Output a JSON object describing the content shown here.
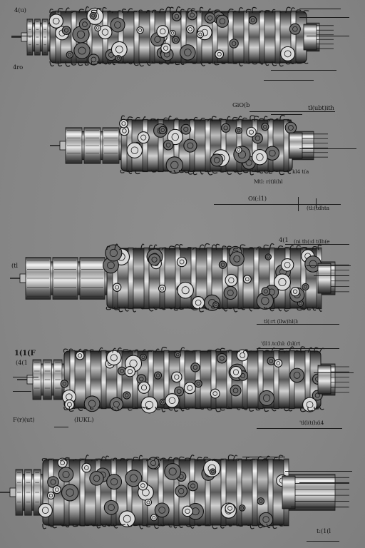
{
  "sheet": {
    "background": "#878787",
    "metal_colors": [
      "#f2f2f2",
      "#c8c8c8",
      "#8e8e8e",
      "#4a4a4a",
      "#1c1c1c"
    ]
  },
  "figures": [
    {
      "name": "figure-1",
      "labels": [
        "4(u)",
        "4ro"
      ]
    },
    {
      "name": "figure-2",
      "labels": [
        "GiO(b",
        "tl(ubt)ith",
        "kl4 t(a",
        "Mtl: r(t)l(hl",
        "Oi(:l1)",
        "(tl:(tdhta"
      ]
    },
    {
      "name": "figure-3",
      "labels": [
        "4(1",
        "(ni th(:d t(lh(e",
        "(tl",
        "tl(:rt (llw)hl(l:"
      ]
    },
    {
      "name": "figure-4",
      "labels": [
        "1(1(F",
        "(4(1",
        "'(ll1.tc(hl: (hl(rt",
        "F(r)(ut)",
        "(lUKL)",
        "'tl(l(t(h(i4"
      ]
    },
    {
      "name": "figure-5",
      "labels": [
        "t:(1(l"
      ]
    }
  ]
}
